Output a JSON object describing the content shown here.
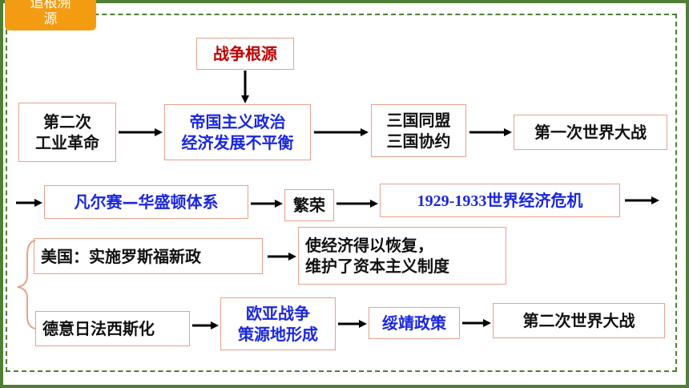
{
  "tag": {
    "line1": "追根溯",
    "line2": "源"
  },
  "root": "战争根源",
  "row1": {
    "industrial": [
      "第二次",
      "工业革命"
    ],
    "imbalance": [
      "帝国主义政治",
      "经济发展不平衡"
    ],
    "alliances": [
      "三国同盟",
      "三国协约"
    ],
    "ww1": "第一次世界大战"
  },
  "row2": {
    "versailles": "凡尔赛—华盛顿体系",
    "prosperity": "繁荣",
    "crisis_year": "1929-1933",
    "crisis_text": "世界经济危机"
  },
  "row3": {
    "usa": "美国：实施罗斯福新政",
    "usa_result": [
      "使经济得以恢复，",
      "维护了资本主义制度"
    ]
  },
  "row4": {
    "fascism": "德意日法西斯化",
    "war_sources": [
      "欧亚战争",
      "策源地形成"
    ],
    "appeasement": "绥靖政策",
    "ww2": "第二次世界大战"
  },
  "colors": {
    "border": "#4e7f35",
    "tag": "#f39c12",
    "box_border": "#e8a08c",
    "red_text": "#c00000",
    "blue_text": "#1a26e0"
  }
}
